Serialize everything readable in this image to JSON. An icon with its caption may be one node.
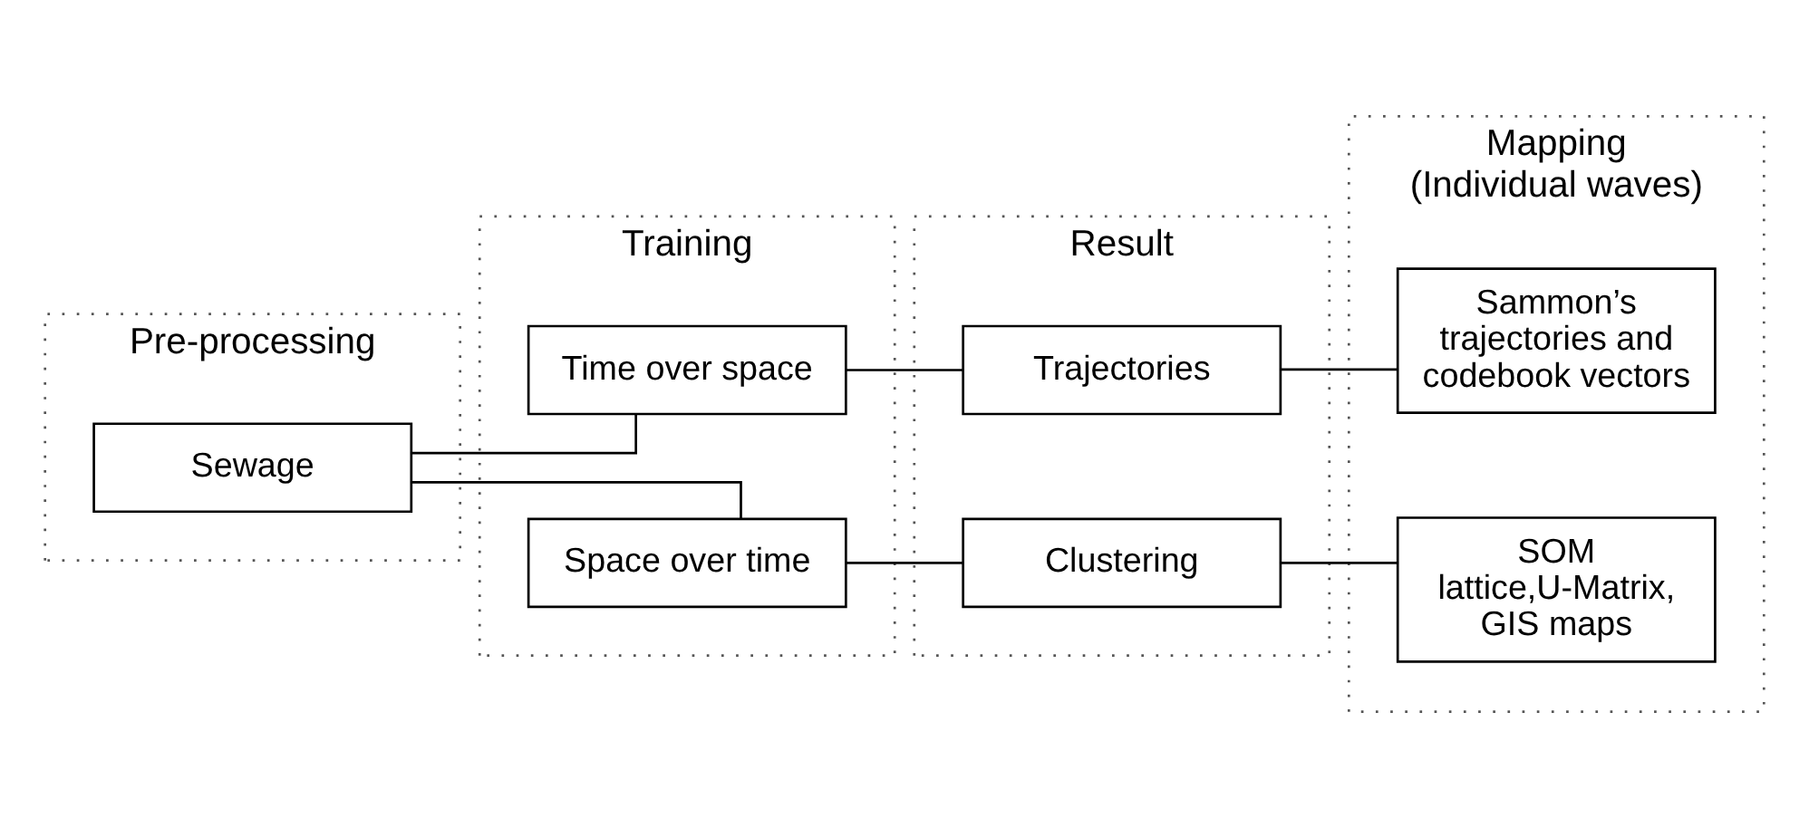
{
  "diagram": {
    "nodes": [
      {
        "text": [
          "Pre-processing"
        ]
      },
      {
        "text": [
          "Training"
        ]
      },
      {
        "text": [
          "Result"
        ]
      },
      {
        "text": [
          "Mapping",
          "(Individual waves)"
        ]
      },
      {
        "text": [
          "Sewage"
        ],
        "in": 0
      },
      {
        "text": [
          "Time over space"
        ],
        "in": 1
      },
      {
        "text": [
          "Space over time"
        ],
        "in": 1
      },
      {
        "text": [
          "Trajectories"
        ],
        "in": 2
      },
      {
        "text": [
          "Clustering"
        ],
        "in": 2
      },
      {
        "text": [
          "Sammon’s trajectories and codebook vectors"
        ],
        "in": 3
      },
      {
        "text": [
          "SOM lattice,U-Matrix, GIS maps"
        ],
        "in": 3
      }
    ],
    "edges": [
      {
        "from": 4,
        "to": 5,
        "arrow": "none"
      },
      {
        "from": 4,
        "to": 6,
        "arrow": "none"
      },
      {
        "from": 5,
        "to": 7,
        "arrow": "none"
      },
      {
        "from": 6,
        "to": 8,
        "arrow": "none"
      },
      {
        "from": 7,
        "to": 9,
        "arrow": "none"
      },
      {
        "from": 8,
        "to": 10,
        "arrow": "none"
      }
    ]
  }
}
